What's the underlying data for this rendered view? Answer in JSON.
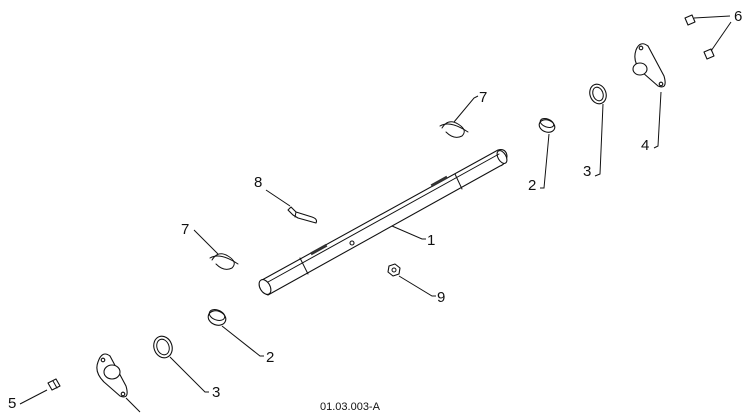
{
  "callouts": {
    "shaft": "1",
    "bushing_front": "2",
    "bushing_rear": "2",
    "washer_front": "3",
    "washer_rear": "3",
    "bearing_flange_rear": "4",
    "screw_front": "5",
    "screws_rear": "6",
    "hairpin_front": "7",
    "hairpin_rear": "7",
    "clevis_pin": "8",
    "nut": "9"
  },
  "figure_id": "01.03.003-A"
}
